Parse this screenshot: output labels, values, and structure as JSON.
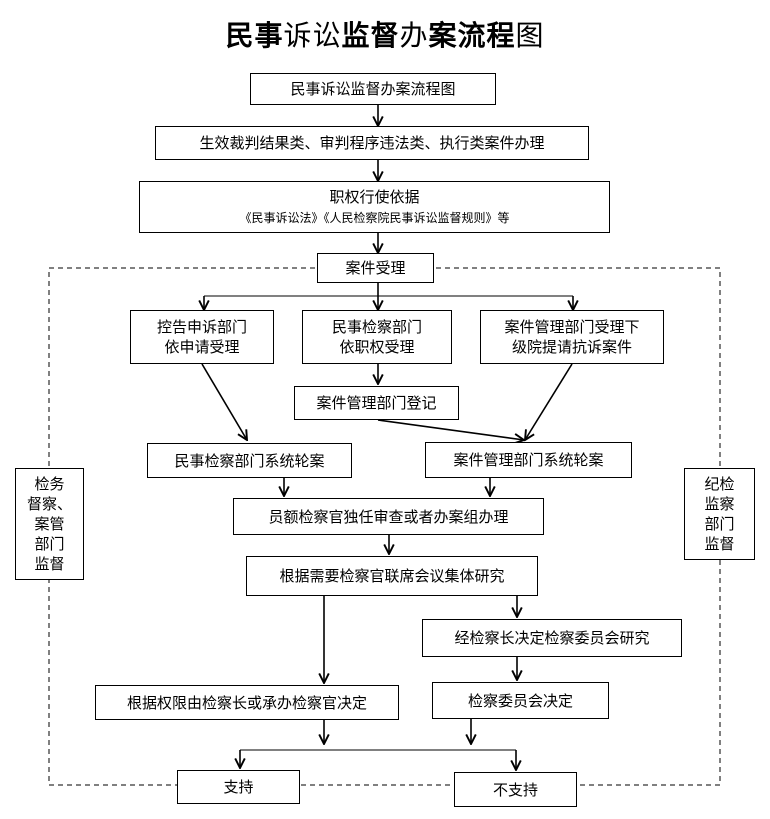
{
  "title": {
    "segments": [
      {
        "text": "民事",
        "bold": true
      },
      {
        "text": "诉讼",
        "bold": false
      },
      {
        "text": "监督",
        "bold": true
      },
      {
        "text": "办",
        "bold": false
      },
      {
        "text": "案流程",
        "bold": true
      },
      {
        "text": "图",
        "bold": false
      }
    ]
  },
  "nodes": {
    "chart_title": "民事诉讼监督办案流程图",
    "case_types": "生效裁判结果类、审判程序违法类、执行类案件办理",
    "basis_title": "职权行使依据",
    "basis_sub": "《民事诉讼法》《人民检察院民事诉讼监督规则》等",
    "acceptance": "案件受理",
    "complaint_dept": "控告申诉部门\n依申请受理",
    "civil_dept": "民事检察部门\n依职权受理",
    "case_mgmt_lower": "案件管理部门受理下\n级院提请抗诉案件",
    "case_mgmt_register": "案件管理部门登记",
    "civil_rotation": "民事检察部门系统轮案",
    "mgmt_rotation": "案件管理部门系统轮案",
    "prosecutor_handle": "员额检察官独任审查或者办案组办理",
    "joint_meeting": "根据需要检察官联席会议集体研究",
    "committee_study": "经检察长决定检察委员会研究",
    "authority_decision": "根据权限由检察长或承办检察官决定",
    "committee_decision": "检察委员会决定",
    "support": "支持",
    "not_support": "不支持"
  },
  "side_labels": {
    "left": "检务\n督察、\n案管\n部门\n监督",
    "right": "纪检\n监察\n部门\n监督"
  }
}
